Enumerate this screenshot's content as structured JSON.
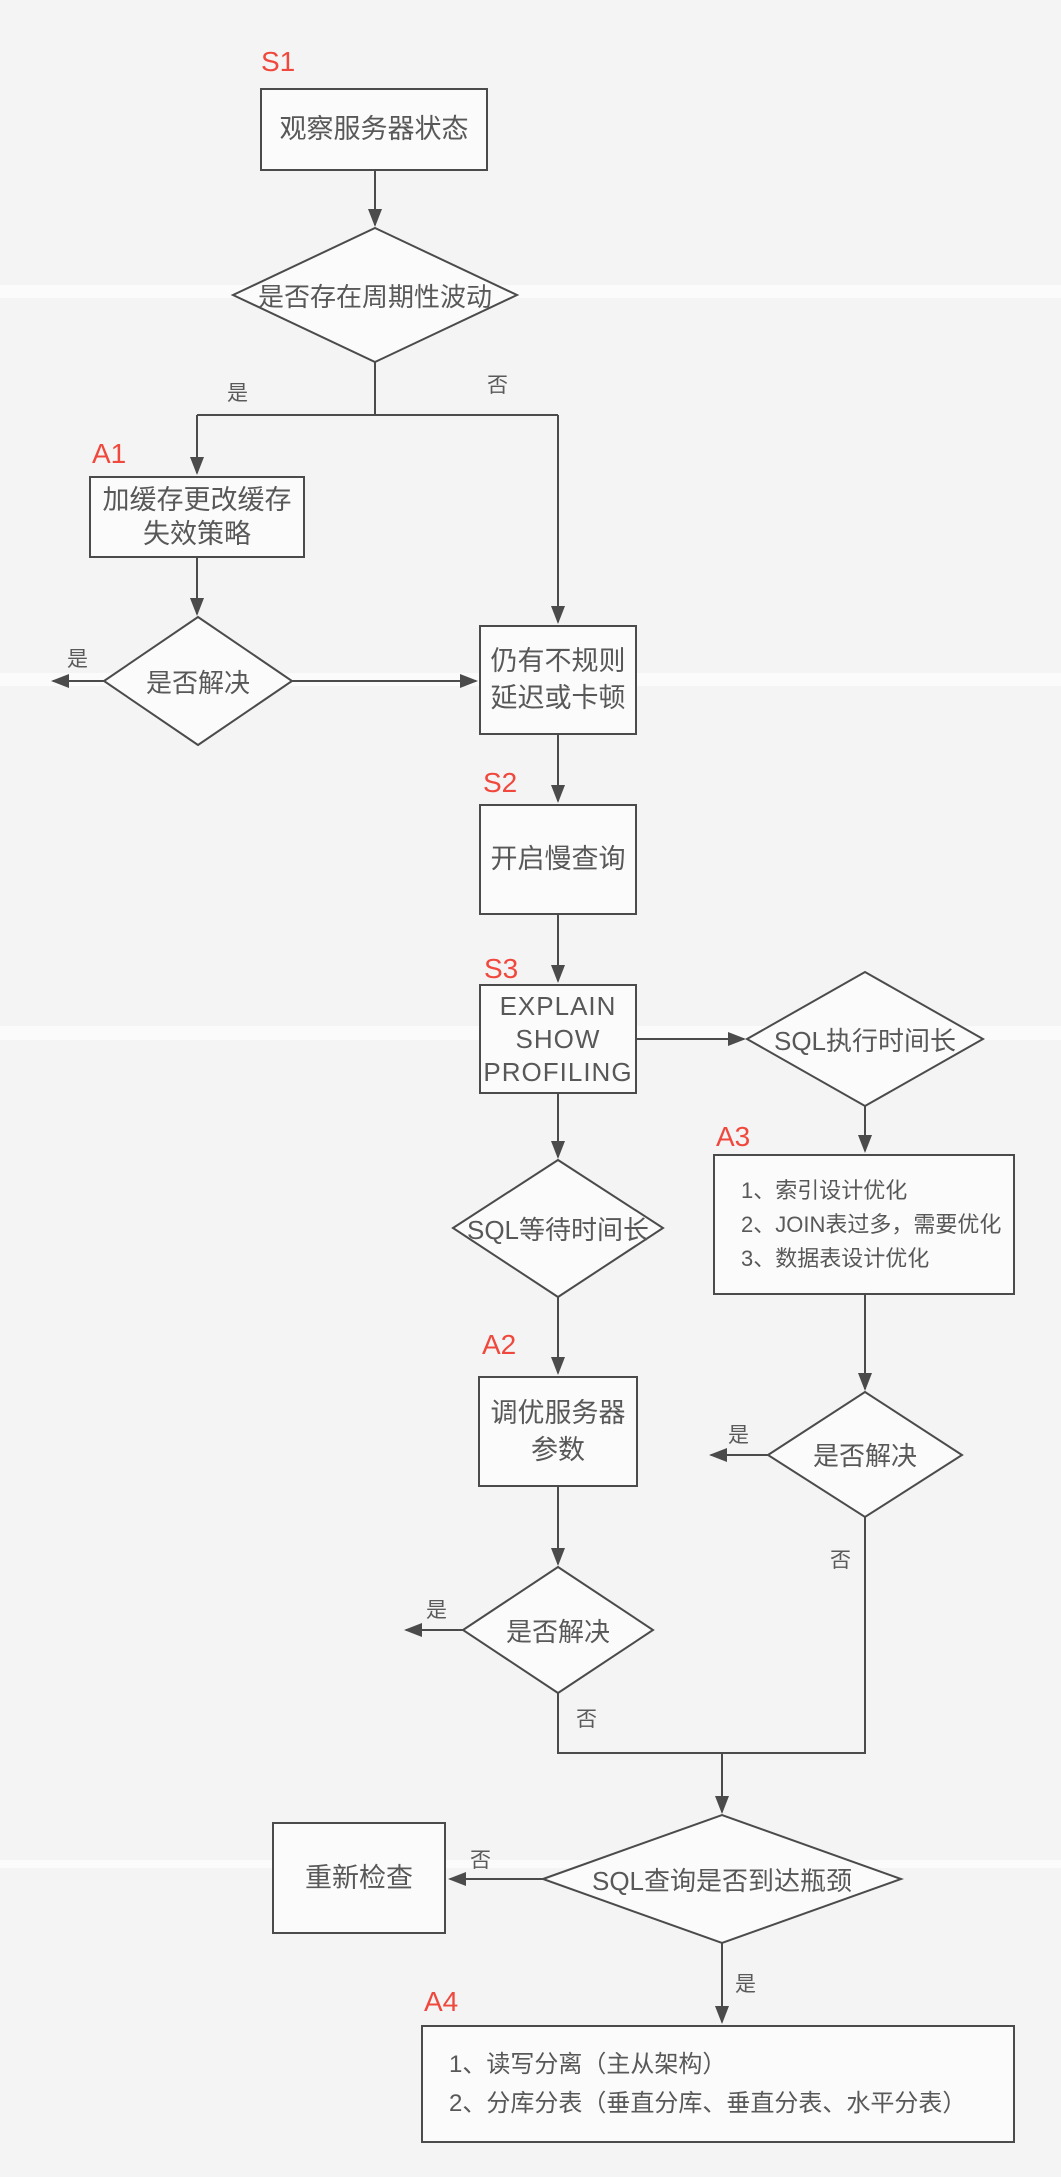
{
  "colors": {
    "accent_red": "#f0483d",
    "line": "#4b4b4b",
    "node_fill": "#fbfbfb",
    "background": "#f4f4f4",
    "text": "#585858"
  },
  "step_labels": {
    "s1": "S1",
    "a1": "A1",
    "s2": "S2",
    "s3": "S3",
    "a2": "A2",
    "a3": "A3",
    "a4": "A4"
  },
  "branch": {
    "yes": "是",
    "no": "否"
  },
  "nodes": {
    "observe_server": {
      "label": "观察服务器状态"
    },
    "periodic_fluctuation": {
      "label": "是否存在周期性波动"
    },
    "add_cache": {
      "lines": [
        "加缓存更改缓存",
        "失效策略"
      ]
    },
    "solved_after_cache": {
      "label": "是否解决"
    },
    "irregular_delay": {
      "lines": [
        "仍有不规则",
        "延迟或卡顿"
      ]
    },
    "enable_slow_query": {
      "label": "开启慢查询"
    },
    "explain_profiling": {
      "lines": [
        "EXPLAIN",
        "SHOW",
        "PROFILING"
      ]
    },
    "sql_exec_time_long": {
      "label": "SQL执行时间长"
    },
    "index_optimization": {
      "lines": [
        "1、索引设计优化",
        "2、JOIN表过多，需要优化",
        "3、数据表设计优化"
      ]
    },
    "sql_wait_time_long": {
      "label": "SQL等待时间长"
    },
    "tune_server_params": {
      "lines": [
        "调优服务器",
        "参数"
      ]
    },
    "solved_after_tuning": {
      "label": "是否解决"
    },
    "solved_after_index": {
      "label": "是否解决"
    },
    "sql_bottleneck": {
      "label": "SQL查询是否到达瓶颈"
    },
    "recheck": {
      "label": "重新检查"
    },
    "scale_out": {
      "lines": [
        "1、读写分离（主从架构）",
        "2、分库分表（垂直分库、垂直分表、水平分表）"
      ]
    }
  }
}
